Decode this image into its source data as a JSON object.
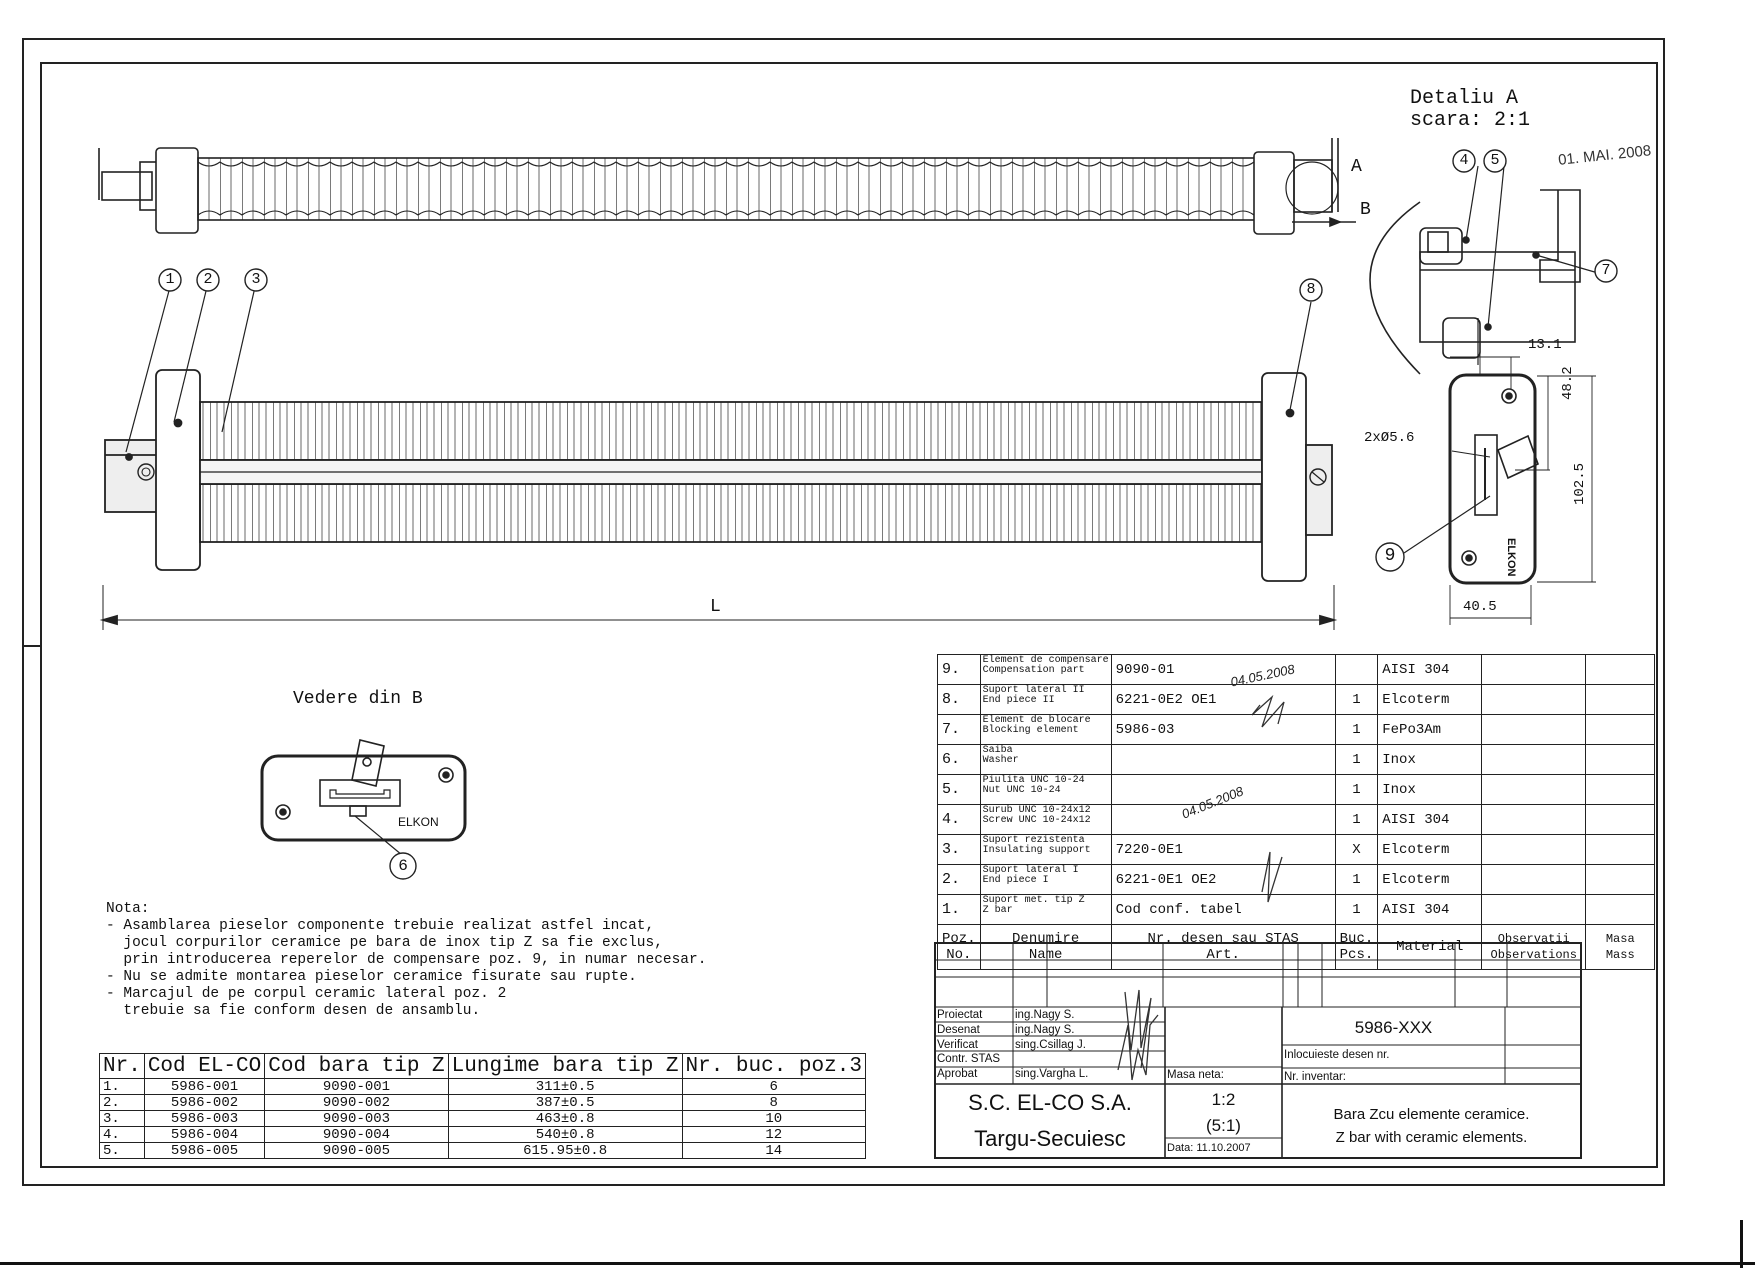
{
  "detail": {
    "title": "Detaliu A",
    "scale": "scara: 2:1"
  },
  "stamp": "01. MAI. 2008",
  "section_labels": {
    "a": "A",
    "b": "B",
    "length": "L"
  },
  "positions": [
    "1",
    "2",
    "3",
    "4",
    "5",
    "6",
    "7",
    "8",
    "9"
  ],
  "dimensions": {
    "d1": "13.1",
    "d2": "48.2",
    "d3": "102.5",
    "d4": "40.5",
    "holes": "2xØ5.6"
  },
  "elkon": "ELKON",
  "view_b": {
    "title": "Vedere din B",
    "label": "ELKON"
  },
  "note": {
    "title": "Nota:",
    "lines": [
      "- Asamblarea pieselor componente trebuie realizat astfel incat,",
      "  jocul corpurilor ceramice pe bara de inox tip Z sa fie exclus,",
      "  prin introducerea reperelor de compensare poz. 9, in numar necesar.",
      "- Nu se admite montarea pieselor ceramice fisurate sau rupte.",
      "- Marcajul de pe corpul ceramic lateral poz. 2",
      "  trebuie sa fie conform desen de ansamblu."
    ]
  },
  "variants": {
    "headers": [
      "Nr.",
      "Cod EL-CO",
      "Cod bara tip Z",
      "Lungime bara tip Z",
      "Nr. buc. poz.3"
    ],
    "rows": [
      [
        "1.",
        "5986-001",
        "9090-001",
        "311±0.5",
        "6"
      ],
      [
        "2.",
        "5986-002",
        "9090-002",
        "387±0.5",
        "8"
      ],
      [
        "3.",
        "5986-003",
        "9090-003",
        "463±0.8",
        "10"
      ],
      [
        "4.",
        "5986-004",
        "9090-004",
        "540±0.8",
        "12"
      ],
      [
        "5.",
        "5986-005",
        "9090-005",
        "615.95±0.8",
        "14"
      ]
    ]
  },
  "bom": {
    "rows": [
      {
        "nr": "9.",
        "den1": "Element de compensare",
        "den2": "Compensation part",
        "art": "9090-01",
        "buc": "",
        "mat": "AISI 304"
      },
      {
        "nr": "8.",
        "den1": "Suport lateral II",
        "den2": "End piece II",
        "art": "6221-0E2 OE1",
        "buc": "1",
        "mat": "Elcoterm"
      },
      {
        "nr": "7.",
        "den1": "Element de blocare",
        "den2": "Blocking element",
        "art": "5986-03",
        "buc": "1",
        "mat": "FePo3Am"
      },
      {
        "nr": "6.",
        "den1": "Saiba",
        "den2": "Washer",
        "art": "",
        "buc": "1",
        "mat": "Inox"
      },
      {
        "nr": "5.",
        "den1": "Piulita UNC 10-24",
        "den2": "Nut UNC 10-24",
        "art": "",
        "buc": "1",
        "mat": "Inox"
      },
      {
        "nr": "4.",
        "den1": "Surub UNC 10-24x12",
        "den2": "Screw UNC 10-24x12",
        "art": "",
        "buc": "1",
        "mat": "AISI 304"
      },
      {
        "nr": "3.",
        "den1": "Suport rezistenta",
        "den2": "Insulating support",
        "art": "7220-0E1",
        "buc": "X",
        "mat": "Elcoterm"
      },
      {
        "nr": "2.",
        "den1": "Suport lateral I",
        "den2": "End piece I",
        "art": "6221-0E1 OE2",
        "buc": "1",
        "mat": "Elcoterm"
      },
      {
        "nr": "1.",
        "den1": "Suport met. tip Z",
        "den2": "Z bar",
        "art": "Cod conf. tabel",
        "buc": "1",
        "mat": "AISI 304"
      }
    ],
    "header": {
      "poz": "Poz.",
      "no": "No.",
      "denumire": "Denumire",
      "name": "Name",
      "nr_desen": "Nr. desen sau STAS",
      "art": "Art.",
      "buc": "Buc.",
      "pcs": "Pcs.",
      "material": "Material",
      "observatii": "Observatii",
      "observations": "Observations",
      "masa": "Masa",
      "mass": "Mass"
    },
    "signature_dates": [
      "04.05.2008",
      "04.05.2008"
    ]
  },
  "title_block": {
    "roles": [
      "Proiectat",
      "Desenat",
      "Verificat",
      "Contr. STAS",
      "Aprobat"
    ],
    "names": [
      "ing.Nagy S.",
      "ing.Nagy S.",
      "sing.Csillag J.",
      "",
      "sing.Vargha L."
    ],
    "drawing_no": "5986-XXX",
    "replaces": "Inlocuieste desen nr.",
    "inventory": "Nr. inventar:",
    "masa_neta": "Masa neta:",
    "company": "S.C. EL-CO S.A.",
    "city": "Targu-Secuiesc",
    "scale1": "1:2",
    "scale2": "(5:1)",
    "date": "Data: 11.10.2007",
    "desc_ro": "Bara Zcu elemente ceramice.",
    "desc_en": "Z bar with ceramic elements."
  }
}
